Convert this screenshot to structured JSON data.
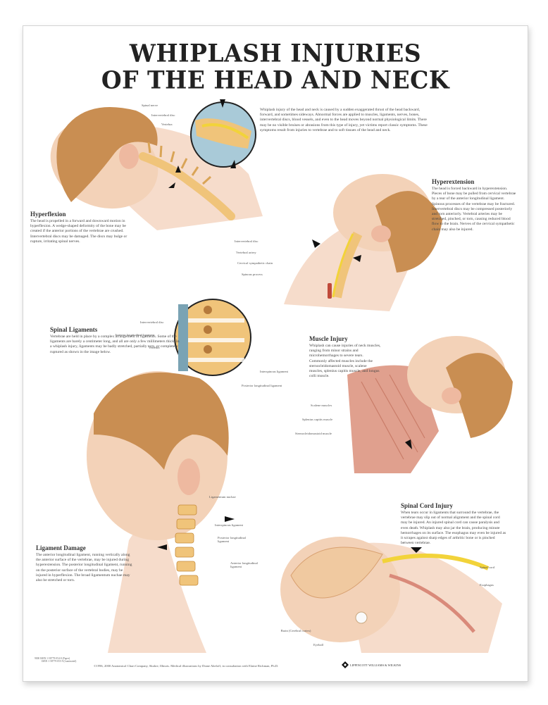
{
  "poster": {
    "title_line1": "WHIPLASH INJURIES",
    "title_line2": "OF THE HEAD AND NECK",
    "intro": "Whiplash injury of the head and neck is caused by a sudden exaggerated thrust of the head backward, forward, and sometimes sideways. Abnormal forces are applied to muscles, ligaments, nerves, bones, intervertebral discs, blood vessels, and even to the head moves beyond normal physiological limits. There may be no visible bruises or abrasions from this type of injury, yet victims report classic symptoms. These symptoms result from injuries to vertebrae and to soft tissues of the head and neck."
  },
  "sections": {
    "hyperflexion": {
      "heading": "Hyperflexion",
      "body": "The head is propelled in a forward and downward motion in hyperflexion. A wedge-shaped deformity of the bone may be created if the anterior portions of the vertebrae are crushed. Intervertebral discs may be damaged. The discs may bulge or rupture, irritating spinal nerves.",
      "labels": [
        "Spinal nerve",
        "Intervertebral disc",
        "Vertebra"
      ]
    },
    "hyperextension": {
      "heading": "Hyperextension",
      "body": "The head is forced backward in hyperextension. Pieces of bone may be pulled from cervical vertebrae by a tear of the anterior longitudinal ligament. Spinous processes of the vertebrae may be fractured. Intervertebral discs may be compressed posteriorly and torn anteriorly. Vertebral arteries may be stretched, pinched, or torn, causing reduced blood flow to the brain. Nerves of the cervical sympathetic chain may also be injured.",
      "labels": [
        "Intervertebral disc",
        "Vertebral artery",
        "Cervical sympathetic chain",
        "Spinous process"
      ]
    },
    "spinal_ligaments": {
      "heading": "Spinal Ligaments",
      "body": "Vertebrae are held in place by a complex arrangement of ligaments. Some of the ligaments are barely a centimeter long, and all are only a few millimeters thick. In a whiplash injury, ligaments may be badly stretched, partially torn, or completely ruptured as shown in the image below.",
      "labels": [
        "Intervertebral disc",
        "Anterior longitudinal ligament",
        "Vertebra",
        "Interspinous ligament",
        "Posterior longitudinal ligament"
      ]
    },
    "muscle_injury": {
      "heading": "Muscle Injury",
      "body": "Whiplash can cause injuries of neck muscles, ranging from minor strains and microhemorrhages to severe tears. Commonly affected muscles include the sternocleidomastoid muscle, scalene muscles, splenius capitis muscle, and longus colli muscle.",
      "labels": [
        "Scalene muscles",
        "Splenius capitis muscle",
        "Sternocleidomastoid muscle"
      ]
    },
    "ligament_damage": {
      "heading": "Ligament Damage",
      "body": "The anterior longitudinal ligament, running vertically along the anterior surface of the vertebrae, may be injured during hyperextension. The posterior longitudinal ligament, running on the posterior surface of the vertebral bodies, may be injured in hyperflexion. The broad ligamentum nuchae may also be stretched or torn.",
      "labels": [
        "Ligamentum nuchae",
        "Interspinous ligament",
        "Posterior longitudinal ligament",
        "Anterior longitudinal ligament"
      ]
    },
    "spinal_cord_injury": {
      "heading": "Spinal Cord Injury",
      "body": "When tears occur in ligaments that surround the vertebrae, the vertebrae may slip out of normal alignment and the spinal cord may be injured. An injured spinal cord can cause paralysis and even death. Whiplash may also jar the brain, producing minute hemorrhages on its surface. The esophagus may even be injured as it scrapes against sharp edges of arthritic bone or is pinched between vertebrae.",
      "labels": [
        "Spinal cord",
        "Esophagus",
        "Brain (Cerebral cortex)",
        "Eyeball"
      ]
    }
  },
  "footer": {
    "codes": [
      "ISBN 1-58779-054-0 (Paper)",
      "ISBN 1-58779-055-9 (Laminated)"
    ],
    "code_prefix": "9000",
    "credit": "©1996, 2000 Anatomical Chart Company, Skokie, Illinois. Medical illustrations by Diane Abeloff, in consultation with Elaine Richman, Ph.D.",
    "publisher": "LIPPINCOTT WILLIAMS & WILKINS"
  },
  "colors": {
    "skin": "#f3d2b8",
    "hair": "#c98e52",
    "bone": "#f0c47a",
    "nerve": "#f2d33a",
    "muscle": "#e0a08e",
    "lens_bg": "#a9cad8",
    "text": "#444444"
  }
}
